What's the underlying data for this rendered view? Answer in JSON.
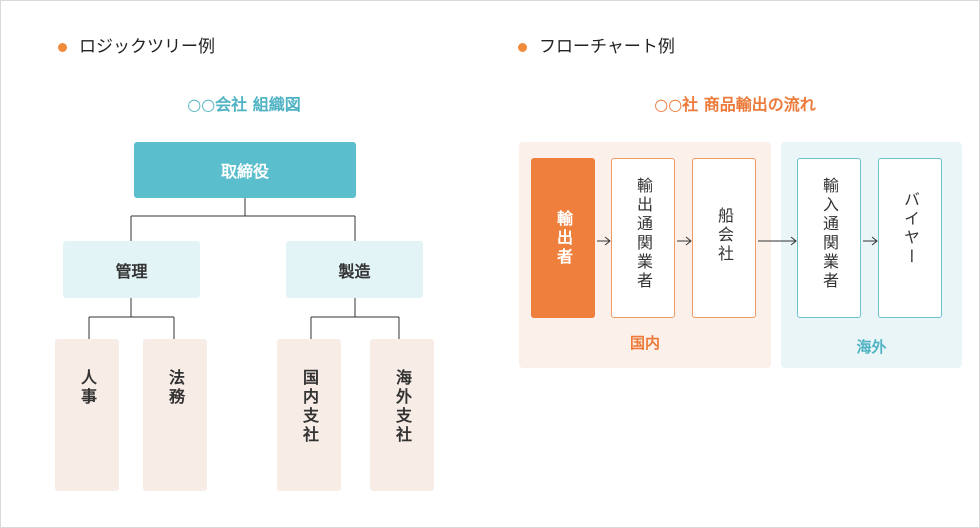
{
  "left": {
    "section_title": "ロジックツリー例",
    "chart_title": "○○会社 組織図",
    "root": "取締役",
    "branches": [
      {
        "label": "管理",
        "children": [
          "人事",
          "法務"
        ]
      },
      {
        "label": "製造",
        "children": [
          "国内支社",
          "海外支社"
        ]
      }
    ]
  },
  "right": {
    "section_title": "フローチャート例",
    "chart_title": "○○社 商品輸出の流れ",
    "domestic": {
      "label": "国内",
      "steps": [
        "輸出者",
        "輸出通関業者",
        "船会社"
      ]
    },
    "overseas": {
      "label": "海外",
      "steps": [
        "輸入通関業者",
        "バイヤー"
      ]
    }
  },
  "colors": {
    "accent_orange": "#ef7f3c",
    "accent_teal": "#5bbecd",
    "title_teal": "#4fb3c3",
    "title_orange": "#ec7a3a"
  }
}
